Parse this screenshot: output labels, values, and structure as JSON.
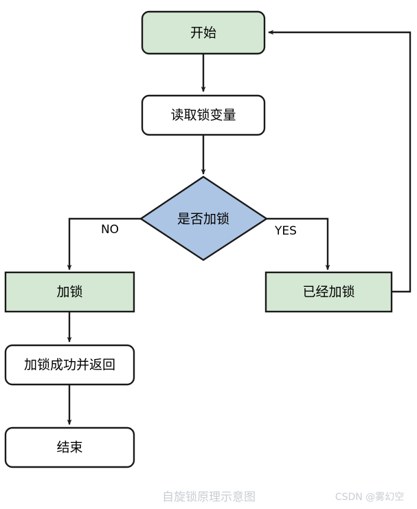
{
  "diagram": {
    "title": "自旋锁原理示意图",
    "watermark": "CSDN @雾幻空",
    "colors": {
      "green_fill": "#d5e8d4",
      "blue_fill": "#adc5e4",
      "stroke": "#1a1a1a",
      "caption": "#c9cdd4",
      "background": "#ffffff"
    },
    "nodes": [
      {
        "id": "start",
        "label": "开始",
        "shape": "rounded-rect",
        "fill": "#d5e8d4"
      },
      {
        "id": "read-lock",
        "label": "读取锁变量",
        "shape": "rounded-rect",
        "fill": "#ffffff"
      },
      {
        "id": "is-locked",
        "label": "是否加锁",
        "shape": "diamond",
        "fill": "#adc5e4"
      },
      {
        "id": "acquire",
        "label": "加锁",
        "shape": "rect",
        "fill": "#d5e8d4"
      },
      {
        "id": "already",
        "label": "已经加锁",
        "shape": "rect",
        "fill": "#d5e8d4"
      },
      {
        "id": "success",
        "label": "加锁成功并返回",
        "shape": "rounded-rect",
        "fill": "#ffffff"
      },
      {
        "id": "end",
        "label": "结束",
        "shape": "rounded-rect",
        "fill": "#ffffff"
      }
    ],
    "edges": [
      {
        "from": "start",
        "to": "read-lock",
        "label": ""
      },
      {
        "from": "read-lock",
        "to": "is-locked",
        "label": ""
      },
      {
        "from": "is-locked",
        "to": "acquire",
        "label": "NO"
      },
      {
        "from": "is-locked",
        "to": "already",
        "label": "YES"
      },
      {
        "from": "acquire",
        "to": "success",
        "label": ""
      },
      {
        "from": "success",
        "to": "end",
        "label": ""
      },
      {
        "from": "already",
        "to": "start",
        "label": ""
      }
    ]
  }
}
